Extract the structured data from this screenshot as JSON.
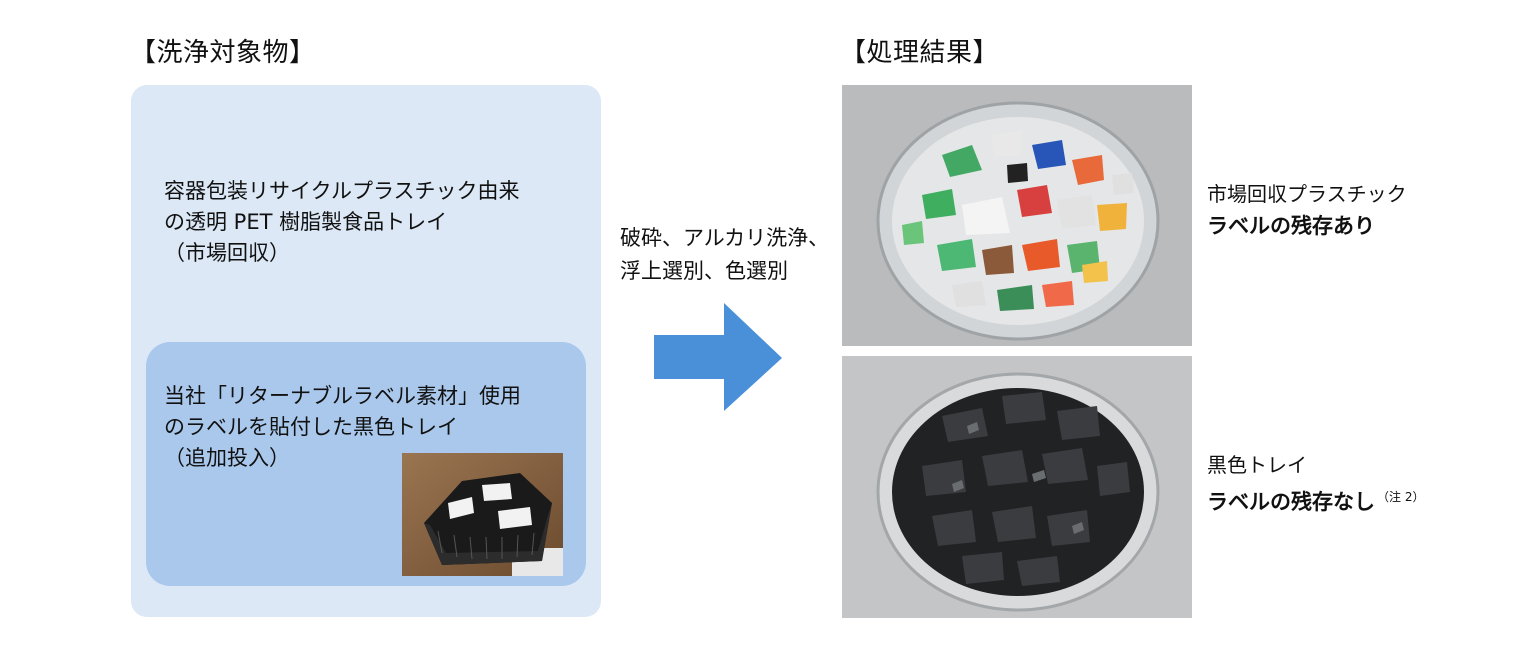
{
  "left_heading": "【洗浄対象物】",
  "right_heading": "【処理結果】",
  "target": {
    "line1": "容器包装リサイクルプラスチック由来",
    "line2": "の透明 PET 樹脂製食品トレイ",
    "line3": "（市場回収）"
  },
  "added": {
    "line1": "当社「リターナブルラベル素材」使用",
    "line2": "のラベルを貼付した黒色トレイ",
    "line3": "（追加投入）"
  },
  "process": {
    "line1": "破砕、アルカリ洗浄、",
    "line2": "浮上選別、色選別"
  },
  "result1": {
    "line1": "市場回収プラスチック",
    "line2": "ラベルの残存あり"
  },
  "result2": {
    "line1": "黒色トレイ",
    "line2": "ラベルの残存なし",
    "note": "（注 2）"
  },
  "colors": {
    "outer_panel": "#dce8f6",
    "inner_panel": "#a9c8ec",
    "arrow": "#4a90d9"
  }
}
